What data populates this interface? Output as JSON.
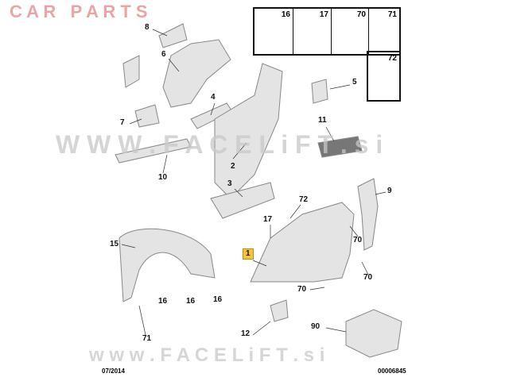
{
  "callouts": {
    "c8": "8",
    "c6": "6",
    "c4": "4",
    "c7": "7",
    "c5": "5",
    "c11": "11",
    "c2": "2",
    "c10": "10",
    "c9": "9",
    "c3": "3",
    "c72": "72",
    "c17": "17",
    "c70a": "70",
    "c15": "15",
    "c1": "1",
    "c70b": "70",
    "c16a": "16",
    "c16b": "16",
    "c16c": "16",
    "c70c": "70",
    "c12": "12",
    "c90": "90",
    "c71": "71"
  },
  "fasteners": [
    "16",
    "17",
    "70",
    "71",
    "72"
  ],
  "watermark": {
    "main": "W W W . F A C E L i F T . s i",
    "sub": "C A R   P A R T S",
    "bottom": "w w w . F A C E L i F T . s i"
  },
  "footer": {
    "date": "07/2014",
    "code": "00006845"
  },
  "colors": {
    "highlight": "#f6c33a",
    "watermark_gray": "#c8c8c8",
    "watermark_red": "#e08080"
  }
}
